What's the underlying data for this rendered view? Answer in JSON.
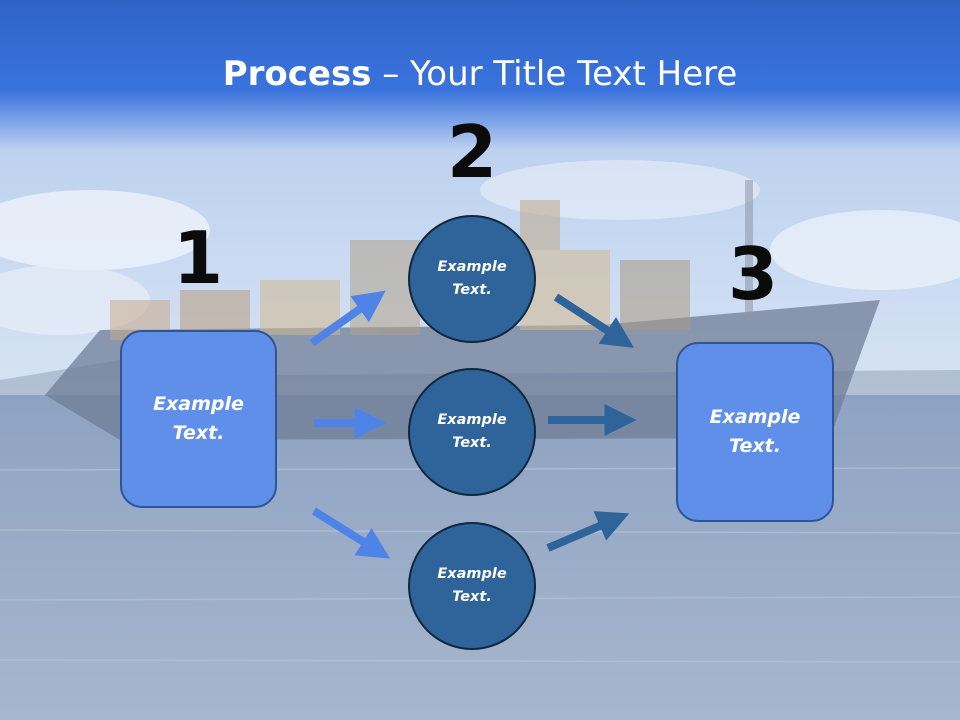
{
  "title": {
    "bold": "Process",
    "rest": " – Your Title Text Here"
  },
  "steps": {
    "n1": "1",
    "n2": "2",
    "n3": "3"
  },
  "nodes": {
    "left_box": "Example Text.",
    "circle_top": "Example Text.",
    "circle_middle": "Example Text.",
    "circle_bottom": "Example Text.",
    "right_box": "Example Text."
  },
  "colors": {
    "title_bar": "#3a73de",
    "box_fill": "#5f8fe8",
    "circle_fill": "#2e6499",
    "arrow_light": "#4f84e6",
    "arrow_dark": "#2e6499"
  }
}
